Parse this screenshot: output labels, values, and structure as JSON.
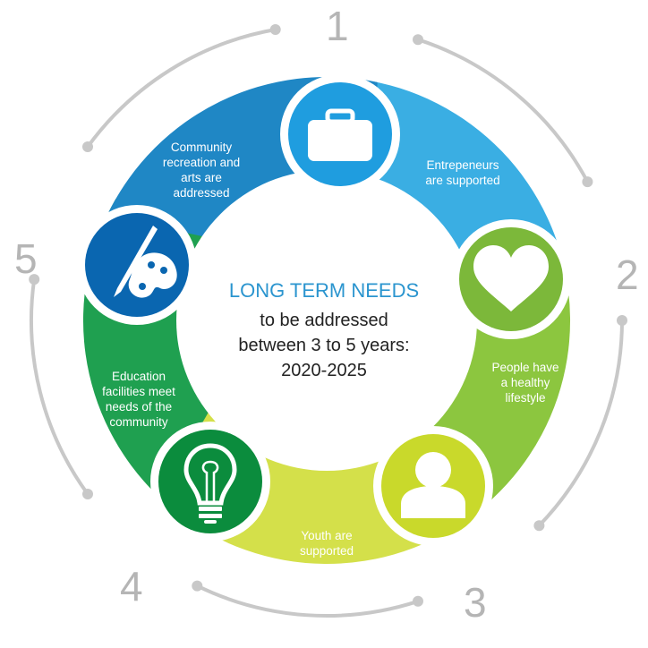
{
  "center": {
    "title": "LONG TERM NEEDS",
    "subtitle_lines": [
      "to be addressed",
      "between 3 to 5 years:",
      "2020-2025"
    ]
  },
  "segments": [
    {
      "number": "1",
      "lines": [
        "Entrepeneurs",
        "are supported"
      ],
      "icon": "briefcase-icon",
      "color": "#3aaee3",
      "icon_color": "#1f9ddf"
    },
    {
      "number": "2",
      "lines": [
        "People have",
        "a healthy",
        "lifestyle"
      ],
      "icon": "heart-icon",
      "color": "#8cc63f",
      "icon_color": "#7cb83a"
    },
    {
      "number": "3",
      "lines": [
        "Youth are",
        "supported"
      ],
      "icon": "person-icon",
      "color": "#d4e04a",
      "icon_color": "#c9d92b"
    },
    {
      "number": "4",
      "lines": [
        "Education",
        "facilities meet",
        "needs of the",
        "community"
      ],
      "icon": "lightbulb-icon",
      "color": "#1fa050",
      "icon_color": "#0b8c3d"
    },
    {
      "number": "5",
      "lines": [
        "Community",
        "recreation and",
        "arts are",
        "addressed"
      ],
      "icon": "palette-icon",
      "color": "#1f87c5",
      "icon_color": "#0a66b0"
    }
  ],
  "colors": {
    "arc": "#c8c8c8",
    "number": "#b5b5b5"
  }
}
